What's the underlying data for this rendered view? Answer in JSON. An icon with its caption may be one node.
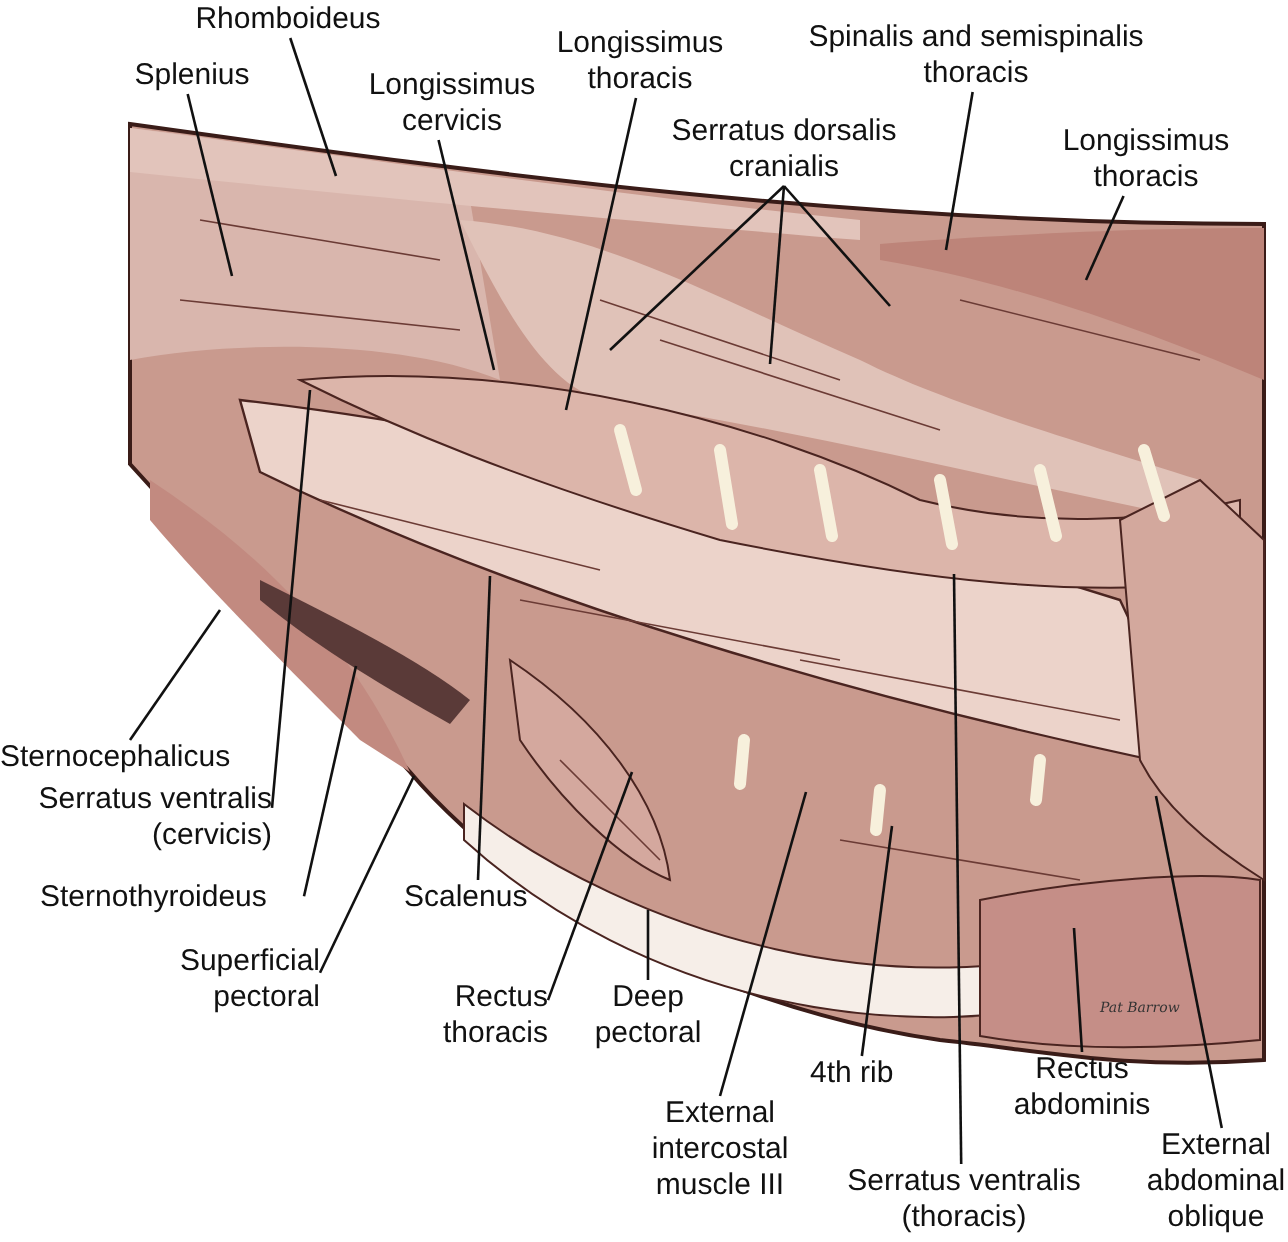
{
  "diagram": {
    "nodes": [
      {
        "text": [
          "Rhomboideus"
        ]
      },
      {
        "text": [
          "Splenius"
        ]
      },
      {
        "text": [
          "Longissimus cervicis"
        ]
      },
      {
        "text": [
          "Longissimus thoracis"
        ]
      },
      {
        "text": [
          "Spinalis and semispinalis thoracis"
        ]
      },
      {
        "text": [
          "Serratus dorsalis cranialis"
        ]
      },
      {
        "text": [
          "Longissimus thoracis"
        ]
      },
      {
        "text": [
          "Sternocephalicus"
        ]
      },
      {
        "text": [
          "Serratus ventralis (cervicis)"
        ]
      },
      {
        "text": [
          "Sternothyroideus"
        ]
      },
      {
        "text": [
          "Superficial pectoral"
        ]
      },
      {
        "text": [
          "Scalenus"
        ]
      },
      {
        "text": [
          "Rectus thoracis"
        ]
      },
      {
        "text": [
          "Deep pectoral"
        ]
      },
      {
        "text": [
          "External intercostal muscle III"
        ]
      },
      {
        "text": [
          "4th rib"
        ]
      },
      {
        "text": [
          "Serratus ventralis (thoracis)"
        ]
      },
      {
        "text": [
          "Rectus abdominis"
        ]
      },
      {
        "text": [
          "External abdominal oblique"
        ]
      }
    ],
    "edges": [
      {
        "from": 0,
        "to": null,
        "arrow": "none"
      },
      {
        "from": 1,
        "to": null,
        "arrow": "none"
      },
      {
        "from": 2,
        "to": null,
        "arrow": "none"
      },
      {
        "from": 3,
        "to": null,
        "arrow": "none"
      },
      {
        "from": 4,
        "to": null,
        "arrow": "none"
      },
      {
        "from": 5,
        "to": null,
        "arrow": "none"
      },
      {
        "from": 5,
        "to": null,
        "arrow": "none"
      },
      {
        "from": 5,
        "to": null,
        "arrow": "none"
      },
      {
        "from": 6,
        "to": null,
        "arrow": "none"
      },
      {
        "from": 7,
        "to": null,
        "arrow": "none"
      },
      {
        "from": 8,
        "to": null,
        "arrow": "none"
      },
      {
        "from": 9,
        "to": null,
        "arrow": "none"
      },
      {
        "from": 10,
        "to": null,
        "arrow": "none"
      },
      {
        "from": 11,
        "to": null,
        "arrow": "none"
      },
      {
        "from": 12,
        "to": null,
        "arrow": "none"
      },
      {
        "from": 13,
        "to": null,
        "arrow": "none"
      },
      {
        "from": 14,
        "to": null,
        "arrow": "none"
      },
      {
        "from": 15,
        "to": null,
        "arrow": "none"
      },
      {
        "from": 16,
        "to": null,
        "arrow": "none"
      },
      {
        "from": 17,
        "to": null,
        "arrow": "none"
      },
      {
        "from": 18,
        "to": null,
        "arrow": "none"
      }
    ],
    "labels": [
      "Pat Barrow"
    ]
  }
}
